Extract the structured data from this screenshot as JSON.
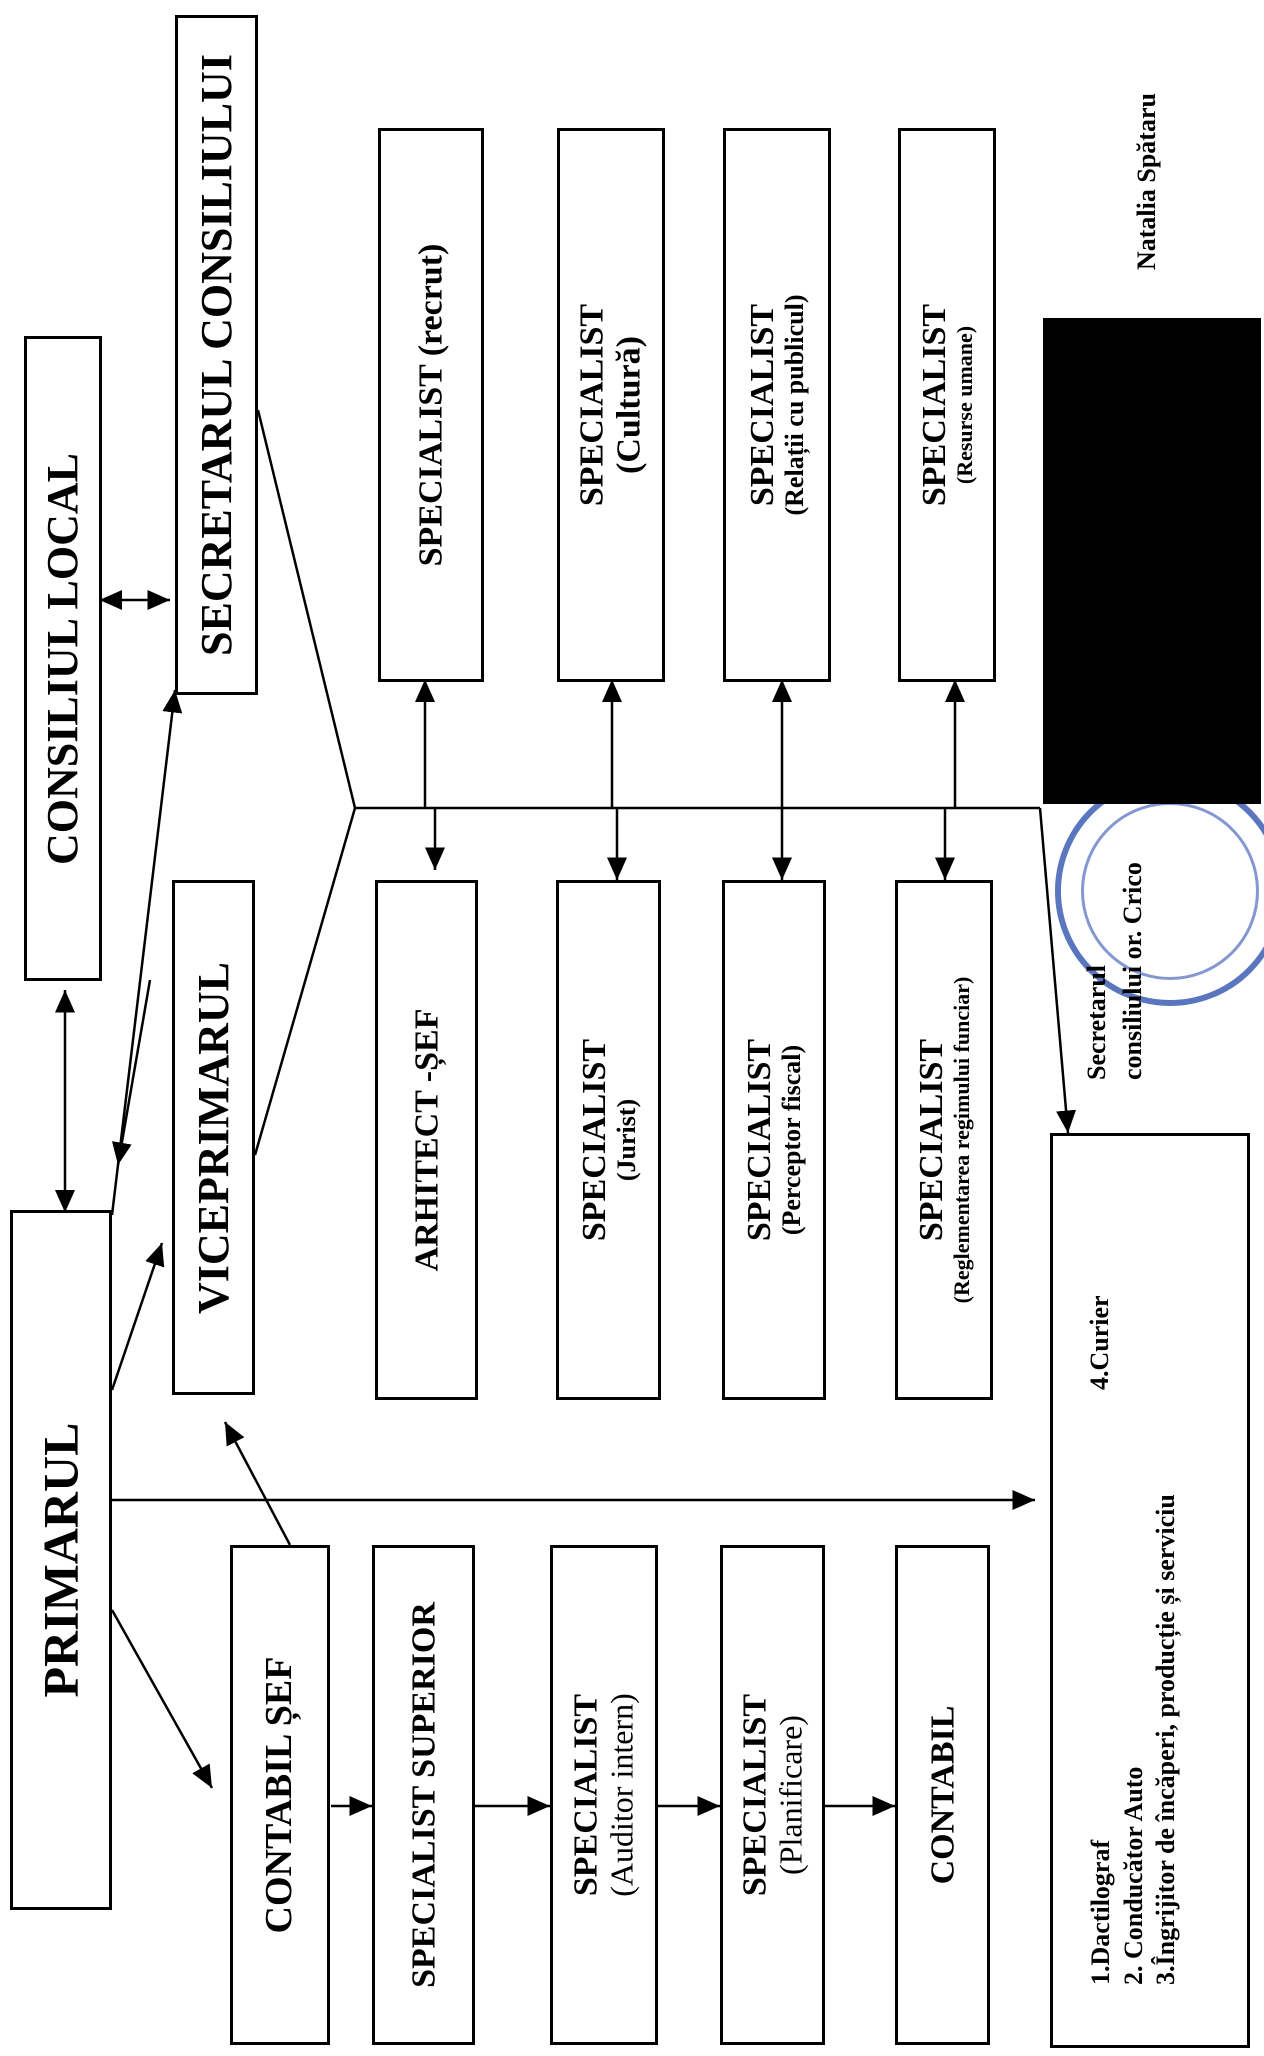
{
  "boxes": {
    "primarul": "PRIMARUL",
    "consiliul_local": "CONSILIUL LOCAL",
    "secretarul_consiliului": "SECRETARUL CONSILIULUI",
    "viceprimarul": "VICEPRIMARUL",
    "contabil_sef": "CONTABIL ȘEF",
    "specialist_superior": "SPECIALIST SUPERIOR",
    "spec_auditor": {
      "title": "SPECIALIST",
      "sub": "(Auditor intern)"
    },
    "spec_planificare": {
      "title": "SPECIALIST",
      "sub": "(Planificare)"
    },
    "contabil": "CONTABIL",
    "arhitect": "ARHITECT -ȘEF",
    "spec_jurist": {
      "title": "SPECIALIST",
      "sub": "(Jurist)"
    },
    "spec_perceptor": {
      "title": "SPECIALIST",
      "sub": "(Perceptor fiscal)"
    },
    "spec_regim": {
      "title": "SPECIALIST",
      "sub": "(Reglementarea regimului funciar)"
    },
    "spec_recrut": "SPECIALIST (recrut)",
    "spec_cultura": {
      "title": "SPECIALIST",
      "sub": "(Cultură)"
    },
    "spec_relatii": {
      "title": "SPECIALIST",
      "sub": "(Relații cu publicul)"
    },
    "spec_resurse": {
      "title": "SPECIALIST",
      "sub": "(Resurse umane)"
    },
    "staff_list": {
      "item1": "1.Dactilograf",
      "item2": "2. Conducător Auto",
      "item3": "3.Îngrijitor de încăperi, producție și serviciu",
      "item4": "4.Curier"
    }
  },
  "signature": {
    "line1": "Secretarul",
    "line2": "consiliului or. Crico",
    "name": "Natalia Spătaru"
  },
  "colors": {
    "ink": "#000000",
    "seal": "#3e5fb3"
  }
}
